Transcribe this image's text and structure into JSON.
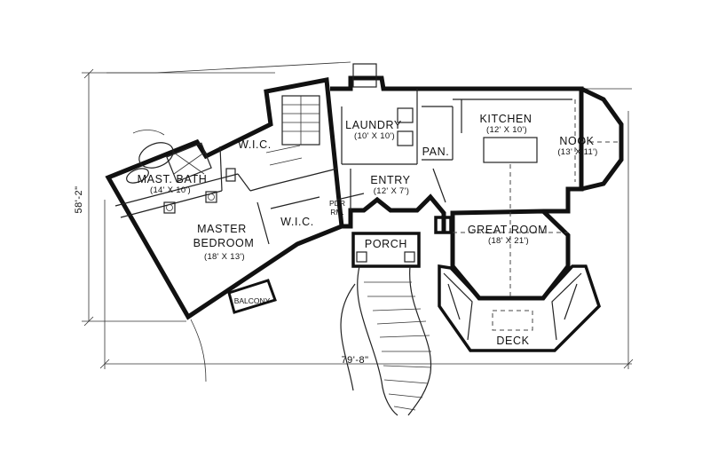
{
  "rooms": {
    "mast_bath": {
      "name": "MAST. BATH",
      "size": "(14' X 10')"
    },
    "master_bedroom": {
      "name1": "MASTER",
      "name2": "BEDROOM",
      "size": "(18' X 13')"
    },
    "wic_upper": {
      "name": "W.I.C."
    },
    "wic_lower": {
      "name": "W.I.C."
    },
    "laundry": {
      "name": "LAUNDRY",
      "size": "(10' X 10')"
    },
    "kitchen": {
      "name": "KITCHEN",
      "size": "(12' X 10')"
    },
    "pantry": {
      "name": "PAN."
    },
    "nook": {
      "name": "NOOK",
      "size": "(13' X 11')"
    },
    "entry": {
      "name": "ENTRY",
      "size": "(12' X 7')"
    },
    "powder": {
      "name1": "PDR",
      "name2": "RM."
    },
    "porch": {
      "name": "PORCH"
    },
    "great_room": {
      "name": "GREAT ROOM",
      "size": "(18' X 21')"
    },
    "balcony": {
      "name": "BALCONY"
    },
    "deck": {
      "name": "DECK"
    }
  },
  "dimensions": {
    "overall_depth": "58'-2\"",
    "overall_width": "79'-8\""
  },
  "colors": {
    "ink": "#111111",
    "background": "#ffffff"
  }
}
